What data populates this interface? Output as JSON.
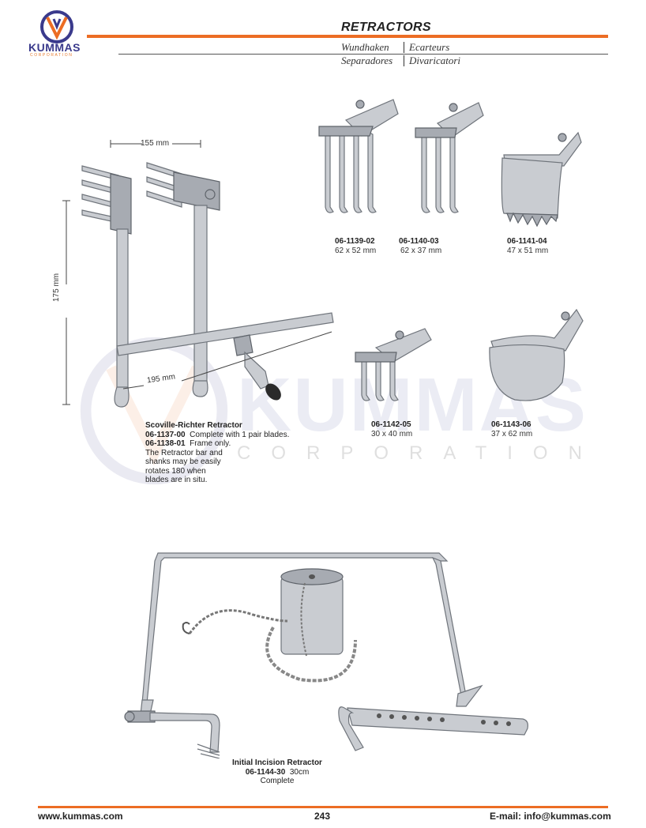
{
  "header": {
    "brand": "KUMMAS",
    "brand_sub": "CORPORATION",
    "title": "RETRACTORS",
    "translations": [
      "Wundhaken",
      "Ecarteurs",
      "Separadores",
      "Divaricatori"
    ]
  },
  "watermark": {
    "word": "KUMMAS",
    "sub": "CORPORATION"
  },
  "scoville": {
    "dim_width": "155 mm",
    "dim_height": "175 mm",
    "dim_bar": "195 mm",
    "name": "Scoville-Richter Retractor",
    "code1": "06-1137-00",
    "desc1": "Complete with 1 pair blades.",
    "code2": "06-1138-01",
    "desc2": "Frame only.",
    "note_lines": [
      "The Retractor bar and",
      "shanks may be easily",
      "rotates 180 when",
      "blades are in situ."
    ]
  },
  "blades": [
    {
      "code": "06-1139-02",
      "size": "62 x 52 mm"
    },
    {
      "code": "06-1140-03",
      "size": "62 x 37 mm"
    },
    {
      "code": "06-1141-04",
      "size": "47 x 51 mm"
    },
    {
      "code": "06-1142-05",
      "size": "30 x 40 mm"
    },
    {
      "code": "06-1143-06",
      "size": "37 x 62 mm"
    }
  ],
  "incision": {
    "name": "Initial Incision Retractor",
    "code": "06-1144-30",
    "size": "30cm",
    "note": "Complete"
  },
  "footer": {
    "website": "www.kummas.com",
    "page": "243",
    "email": "E-mail: info@kummas.com"
  },
  "colors": {
    "accent": "#ec6d24",
    "brand": "#3a3a8c",
    "steel": "#c9ccd1"
  }
}
